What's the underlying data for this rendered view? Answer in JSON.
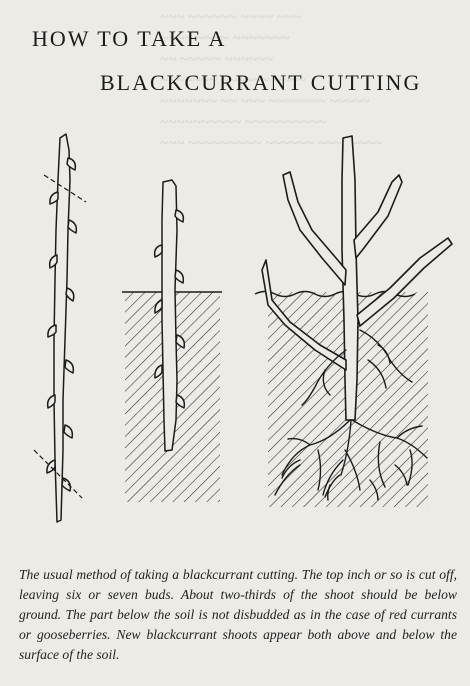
{
  "title_line1": "HOW TO TAKE A",
  "title_line2": "BLACKCURRANT CUTTING",
  "caption": "The usual method of taking a blackcurrant cutting. The top inch or so is cut off, leaving six or seven buds. About two-thirds of the shoot should be below ground. The part below the soil is not disbudded as in the case of red currants or gooseberries. New blackcurrant shoots appear both above and below the surface of the soil."
}
